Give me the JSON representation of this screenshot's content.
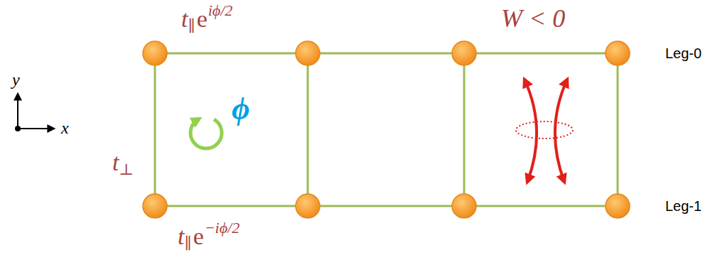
{
  "diagram": {
    "labels": [
      "t",
      "∥",
      "e",
      "iϕ/2",
      "t",
      "⊥",
      "t",
      "∥",
      "e",
      "−iϕ/2",
      "ϕ",
      "W < 0",
      "Leg-0",
      "Leg-1",
      "y",
      "x"
    ]
  }
}
